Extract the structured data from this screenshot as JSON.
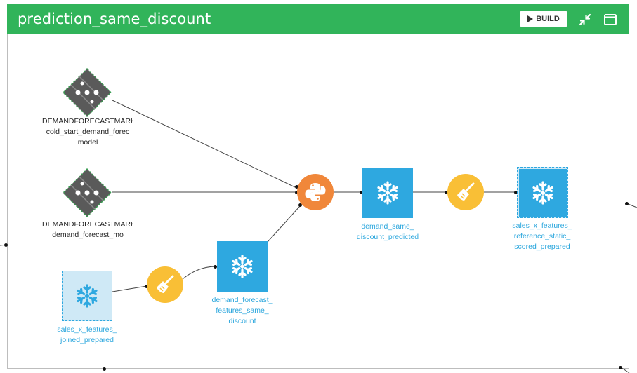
{
  "flow": {
    "title": "prediction_same_discount",
    "build_label": "BUILD",
    "colors": {
      "header": "#31b45a",
      "dataset": "#2ea8e0",
      "python_recipe": "#f0873a",
      "prepare_recipe": "#f9bf36",
      "model": "#5a5a5a"
    }
  },
  "nodes": {
    "model1": {
      "line1": "DEMANDFORECASTMARK",
      "line2": "cold_start_demand_forec",
      "line3": "model",
      "icon": "saved-model-icon"
    },
    "model2": {
      "line1": "DEMANDFORECASTMARK",
      "line2": "demand_forecast_mo",
      "icon": "saved-model-icon"
    },
    "python_recipe": {
      "icon": "python-icon"
    },
    "predicted": {
      "line1": "demand_same_",
      "line2": "discount_predicted",
      "icon": "snowflake-icon"
    },
    "prepare_recipe_top": {
      "icon": "broom-icon"
    },
    "scored": {
      "line1": "sales_x_features_",
      "line2": "reference_static_",
      "line3": "scored_prepared",
      "icon": "snowflake-icon"
    },
    "joined": {
      "line1": "sales_x_features_",
      "line2": "joined_prepared",
      "icon": "snowflake-icon"
    },
    "prepare_recipe_bottom": {
      "icon": "broom-icon"
    },
    "features": {
      "line1": "demand_forecast_",
      "line2": "features_same_",
      "line3": "discount",
      "icon": "snowflake-icon"
    }
  }
}
